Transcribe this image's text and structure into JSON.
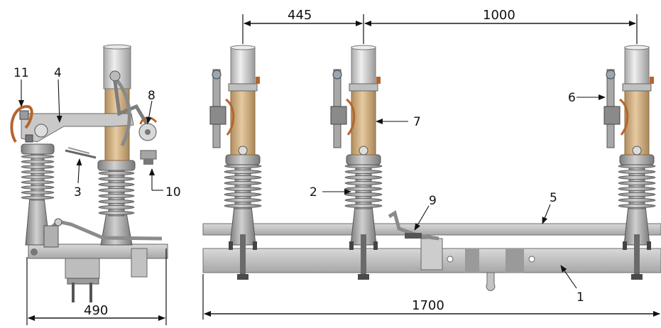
{
  "dimensions": {
    "left_width": "490",
    "spacing_a": "445",
    "spacing_b": "1000",
    "total_length": "1700"
  },
  "labels": {
    "l1": "1",
    "l2": "2",
    "l3": "3",
    "l4": "4",
    "l5": "5",
    "l6": "6",
    "l7": "7",
    "l8": "8",
    "l9": "9",
    "l10": "10",
    "l11": "11"
  },
  "colors": {
    "porcelain": "#9b9b9b",
    "porcelain_light": "#c8c8c8",
    "cap": "#d4d4d4",
    "tube": "#d9b88a",
    "frame": "#b4b4b4",
    "frame_edge": "#6e6e6e",
    "copper": "#b5652e",
    "dark": "#3a3a3a"
  }
}
